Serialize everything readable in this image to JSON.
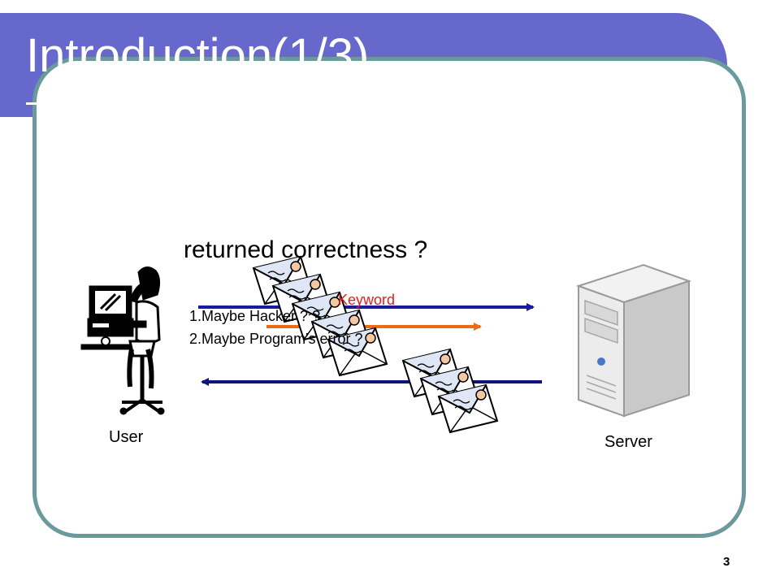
{
  "slide": {
    "title": "Introduction(1/3)",
    "page_number": "3"
  },
  "diagram": {
    "question": "returned correctness ?",
    "keyword_label": "Keyword",
    "reasons": [
      "1.Maybe Hacker ? ?",
      "2.Maybe Program's error ?"
    ],
    "user_label": "User",
    "server_label": "Server"
  },
  "colors": {
    "title_bar": "#6668cc",
    "frame_border": "#6a9a9c",
    "request_arrow": "#1a1a9e",
    "keyword_arrow": "#ef6a12",
    "response_arrow": "#0e157a",
    "keyword_text": "#e0201a"
  },
  "icons": [
    "user-at-computer-icon",
    "server-tower-icon",
    "envelope-icon"
  ]
}
